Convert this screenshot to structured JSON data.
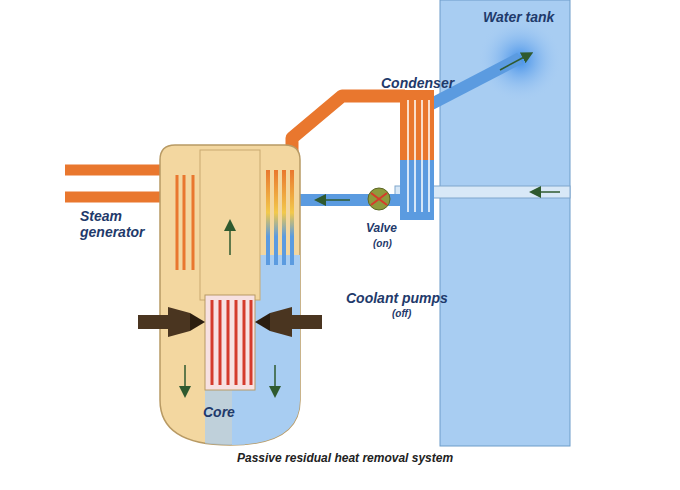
{
  "diagram": {
    "caption": "Passive residual heat removal system",
    "labels": [
      "Water tank",
      "Condenser",
      "Steam generator",
      "Valve",
      "(on)",
      "Coolant pumps",
      "(off)",
      "Core"
    ]
  }
}
